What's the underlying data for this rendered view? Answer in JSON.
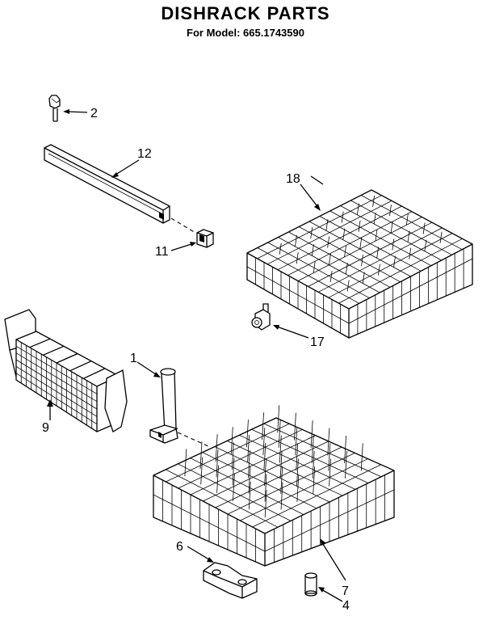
{
  "header": {
    "title": "DISHRACK PARTS",
    "subtitle": "For Model: 665.1743590"
  },
  "callouts": {
    "c2": "2",
    "c12": "12",
    "c11": "11",
    "c18": "18",
    "c17": "17",
    "c1": "1",
    "c9": "9",
    "c6": "6",
    "c7": "7",
    "c4": "4"
  },
  "parts": [
    {
      "id": "1",
      "name": "rack-support-post"
    },
    {
      "id": "2",
      "name": "track-stop-clip"
    },
    {
      "id": "4",
      "name": "roller"
    },
    {
      "id": "6",
      "name": "rack-bracket"
    },
    {
      "id": "7",
      "name": "lower-dishrack"
    },
    {
      "id": "9",
      "name": "silverware-basket"
    },
    {
      "id": "11",
      "name": "track-end-cap"
    },
    {
      "id": "12",
      "name": "rack-track"
    },
    {
      "id": "17",
      "name": "rack-roller-assembly"
    },
    {
      "id": "18",
      "name": "upper-dishrack"
    }
  ]
}
